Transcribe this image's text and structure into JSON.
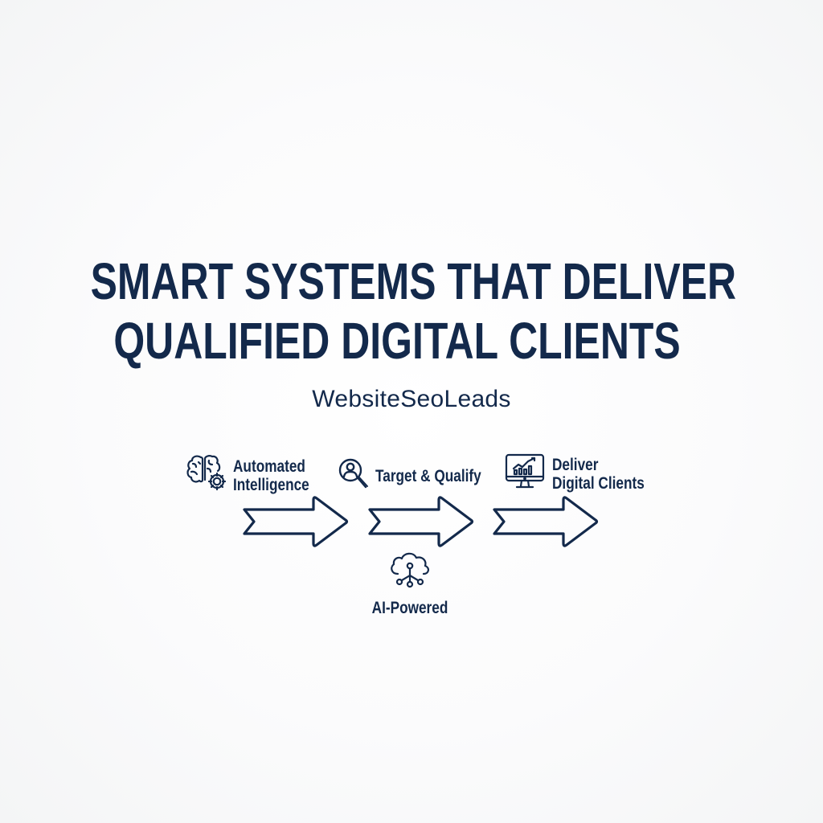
{
  "header": {
    "title_line_1": "SMART SYSTEMS THAT DELIVER",
    "title_line_2": "QUALIFIED DIGITAL CLIENTS",
    "subtitle": "WebsiteSeoLeads"
  },
  "flow": {
    "steps": [
      {
        "label_line_1": "Automated",
        "label_line_2": "Intelligence",
        "icon": "brain-gear-icon"
      },
      {
        "label_line_1": "Target & Qualify",
        "icon": "user-search-icon"
      },
      {
        "label_line_1": "Deliver",
        "label_line_2": "Digital Clients",
        "icon": "monitor-chart-icon"
      }
    ],
    "arrows": [
      "arrow-right",
      "arrow-right",
      "arrow-right"
    ],
    "footer_node": {
      "label": "AI-Powered",
      "icon": "cloud-network-icon"
    }
  },
  "colors": {
    "primary": "#13294b",
    "background": "#fbfbfc"
  }
}
